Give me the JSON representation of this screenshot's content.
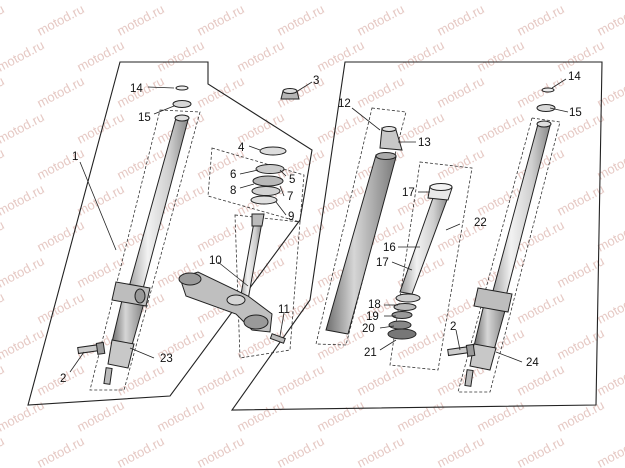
{
  "watermark": "motod.ru",
  "callouts": [
    "1",
    "2",
    "3",
    "4",
    "5",
    "6",
    "7",
    "8",
    "9",
    "10",
    "11",
    "12",
    "13",
    "14",
    "15",
    "16",
    "17",
    "18",
    "19",
    "20",
    "21",
    "22",
    "23",
    "24"
  ],
  "colors": {
    "line": "#222222",
    "metal_light": "#e2e2e2",
    "metal_mid": "#bdbdbd",
    "metal_dark": "#8a8a8a",
    "watermark": "#e6c9c4"
  }
}
